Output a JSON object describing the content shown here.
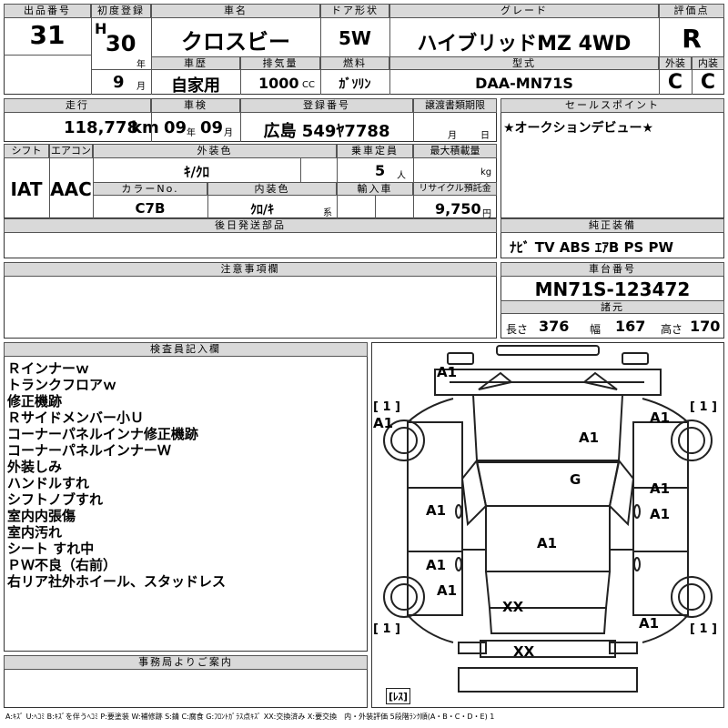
{
  "header": {
    "lot_label": "出品番号",
    "lot_value": "31",
    "first_reg_label": "初度登録",
    "era": "H",
    "year": "30",
    "year_unit": "年",
    "month": "9",
    "month_unit": "月",
    "car_name_label": "車名",
    "car_name": "クロスビー",
    "door_label": "ドア形状",
    "door": "5W",
    "grade_label": "グレード",
    "grade": "ハイブリッドMZ 4WD",
    "score_label": "評価点",
    "score": "R",
    "history_label": "車歴",
    "history": "自家用",
    "displacement_label": "排気量",
    "displacement": "1000",
    "displacement_unit": "CC",
    "fuel_label": "燃料",
    "fuel": "ｶﾞｿﾘﾝ",
    "model_label": "型式",
    "model": "DAA-MN71S",
    "exterior_label": "外装",
    "exterior": "C",
    "interior_label": "内装",
    "interior": "C"
  },
  "row2": {
    "mileage_label": "走行",
    "mileage": "118,778",
    "mileage_unit": "km",
    "inspection_label": "車検",
    "insp_year": "09",
    "insp_year_unit": "年",
    "insp_month": "09",
    "insp_month_unit": "月",
    "plate_label": "登録番号",
    "plate": "広島 549ﾔ7788",
    "transfer_label": "譲渡書類期限",
    "transfer_month_unit": "月",
    "transfer_day_unit": "日",
    "sales_label": "セールスポイント",
    "sales_text": "★オークションデビュー★"
  },
  "row3": {
    "shift_label": "シフト",
    "shift": "IAT",
    "ac_label": "エアコン",
    "ac": "AAC",
    "ext_color_label": "外装色",
    "ext_color": "ｷ/ｸﾛ",
    "capacity_label": "乗車定員",
    "capacity": "5",
    "capacity_unit": "人",
    "max_load_label": "最大積載量",
    "max_load_unit": "kg",
    "color_no_label": "カラーNo.",
    "color_no": "C7B",
    "int_color_label": "内装色",
    "int_color": "ｸﾛ/ｷ",
    "int_color_unit": "系",
    "import_label": "輸入車",
    "recycle_label": "リサイクル預託金",
    "recycle": "9,750",
    "recycle_unit": "円",
    "later_parts_label": "後日発送部品",
    "equip_label": "純正装備",
    "equip": "ﾅﾋﾞ TV ABS ｴｱB PS PW"
  },
  "notes_section": {
    "label": "注意事項欄"
  },
  "chassis": {
    "label": "車台番号",
    "number": "MN71S-123472",
    "dims_label": "諸元",
    "length_label": "長さ",
    "length": "376",
    "width_label": "幅",
    "width": "167",
    "height_label": "高さ",
    "height": "170"
  },
  "inspector": {
    "label": "検査員記入欄",
    "lines": [
      "Ｒインナーｗ",
      "トランクフロアｗ",
      "修正機跡",
      "Ｒサイドメンバー小Ｕ",
      "コーナーパネルインナ修正機跡",
      "コーナーパネルインナーＷ",
      "外装しみ",
      "ハンドルすれ",
      "シフトノブすれ",
      "室内内張傷",
      "室内汚れ",
      "シート すれ中",
      "ＰＷ不良（右前）",
      "右リア社外ホイール、スタッドレス"
    ]
  },
  "office": {
    "label": "事務局よりご案内"
  },
  "diagram": {
    "marks": [
      "A1",
      "A1",
      "A1",
      "A1",
      "G",
      "A1",
      "A1",
      "A1",
      "A1",
      "A1",
      "A1",
      "XX",
      "XX",
      "A1"
    ],
    "tires": [
      "[ 1 ]",
      "[ 1 ]",
      "[ 1 ]",
      "[ 1 ]"
    ],
    "spare": "[ﾚｽ]"
  },
  "legend": "A:ｷｽﾞ U:ﾍｺﾐ B:ｷｽﾞを伴うﾍｺﾐ P:要塗装 W:補修跡 S:錆 C:腐食 G:ﾌﾛﾝﾄｶﾞﾗｽ点ｷｽﾞ XX:交換済み X:要交換　内・外装評価 5段階ﾗﾝｸ順(A・B・C・D・E) 1"
}
